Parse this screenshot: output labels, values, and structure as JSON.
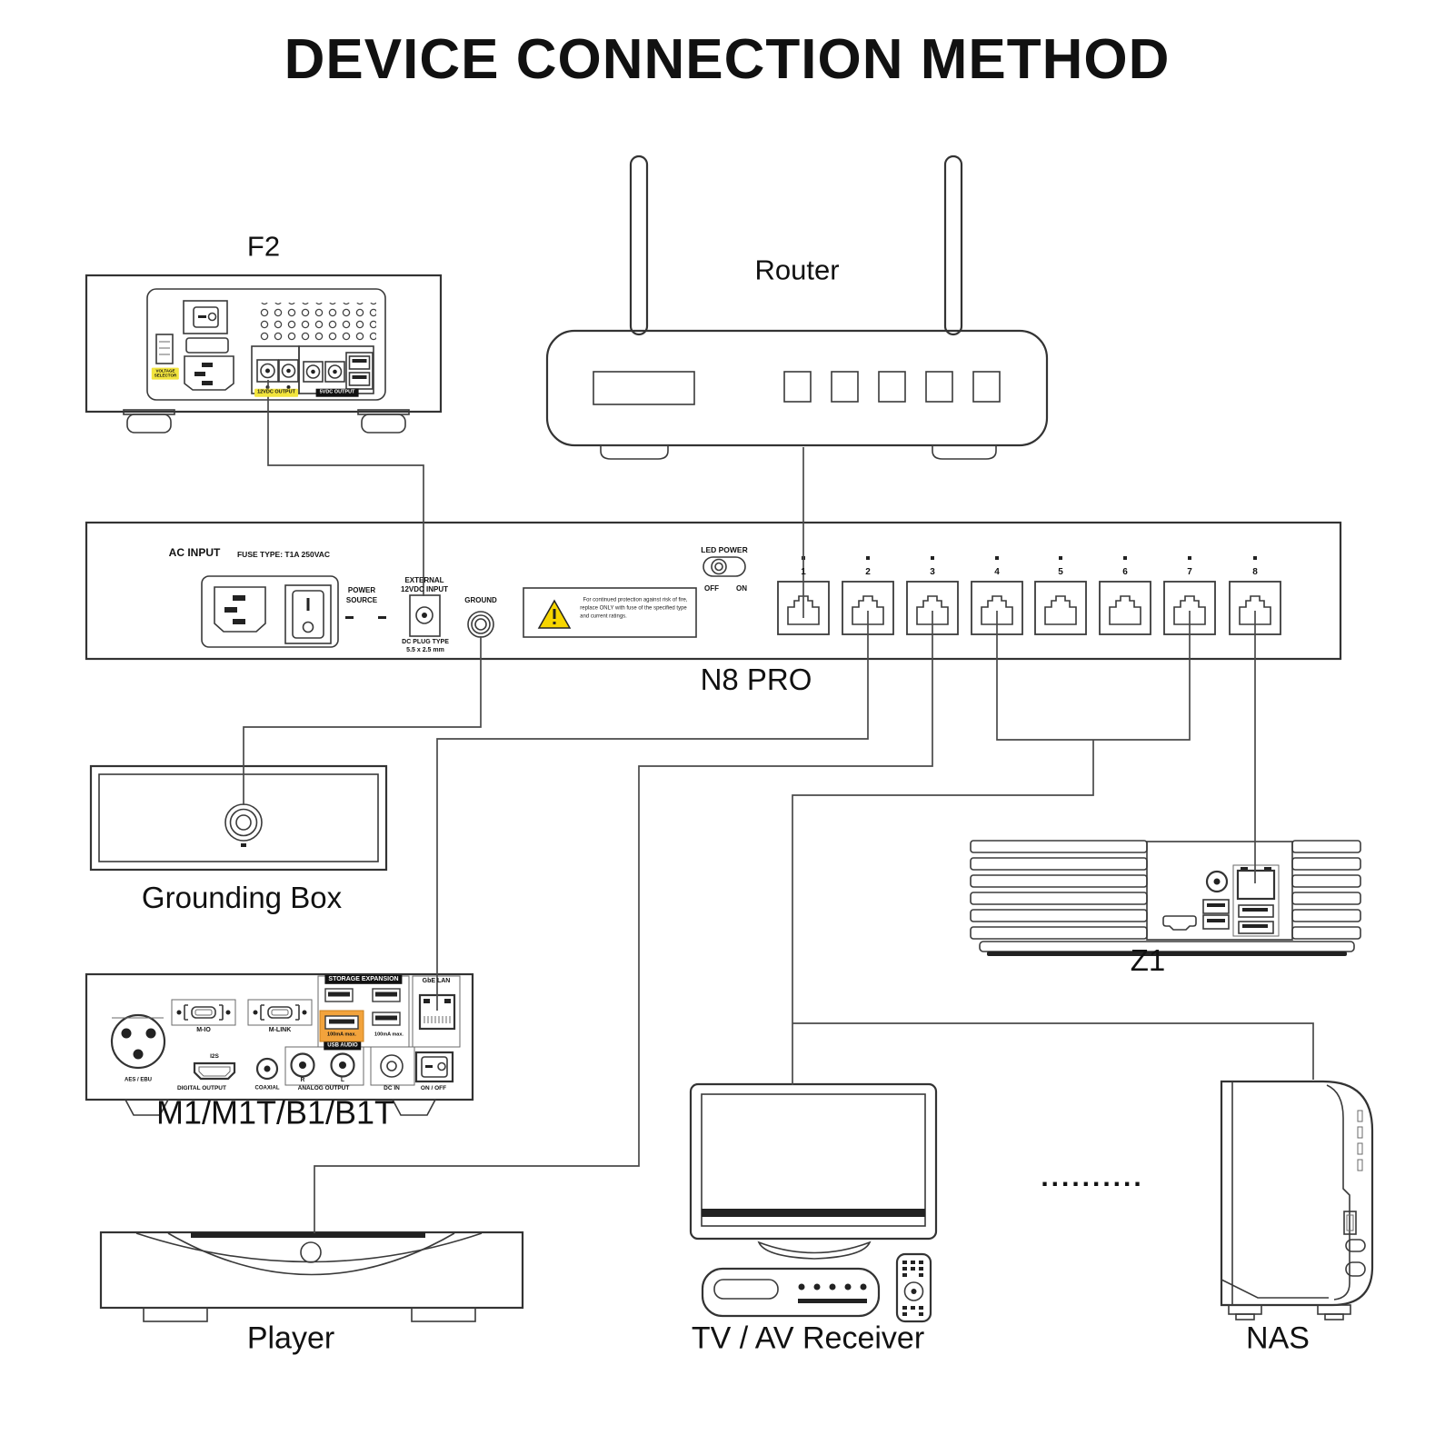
{
  "title": "DEVICE CONNECTION METHOD",
  "f2": {
    "label": "F2",
    "voltage_selector": "VOLTAGE\nSELECTOR",
    "out_12v": "12VDC OUTPUT",
    "out_5v": "5VDC OUTPUT"
  },
  "router": {
    "label": "Router"
  },
  "n8": {
    "label": "N8 PRO",
    "ac_input": "AC INPUT",
    "fuse_type": "FUSE TYPE: T1A 250VAC",
    "power_source_line1": "POWER",
    "power_source_line2": "SOURCE",
    "external_line1": "EXTERNAL",
    "external_line2": "12VDC INPUT",
    "ground": "GROUND",
    "dc_plug_line1": "DC PLUG TYPE",
    "dc_plug_line2": "5.5 x 2.5 mm",
    "warning_line1": "For continued protection against risk of fire,",
    "warning_line2": "replace ONLY with fuse of the specified type",
    "warning_line3": "and current ratings.",
    "led_power": "LED POWER",
    "off": "OFF",
    "on": "ON",
    "ports": [
      "1",
      "2",
      "3",
      "4",
      "5",
      "6",
      "7",
      "8"
    ]
  },
  "grounding_box": {
    "label": "Grounding Box"
  },
  "m1": {
    "label": "M1/M1T/B1/B1T",
    "m_io": "M-IO",
    "m_link": "M-LINK",
    "storage_expansion": "STORAGE EXPANSION",
    "gbe_lan": "GbE LAN",
    "usb_audio": "USB AUDIO",
    "ma_max_left": "100mA max.",
    "ma_max_right": "100mA max.",
    "aes_ebu": "AES / EBU",
    "i2s": "I2S",
    "digital_output": "DIGITAL OUTPUT",
    "coaxial": "COAXIAL",
    "r": "R",
    "l": "L",
    "analog_output": "ANALOG OUTPUT",
    "dc_in": "DC IN",
    "on_off": "ON / OFF"
  },
  "z1": {
    "label": "Z1"
  },
  "player": {
    "label": "Player"
  },
  "tv": {
    "label": "TV / AV Receiver"
  },
  "nas": {
    "label": "NAS"
  },
  "ellipsis": "..........",
  "colors": {
    "highlight_yellow": "#f2e43c",
    "highlight_orange": "#f2a33c",
    "warning_yellow": "#f6d500",
    "line": "#3a3a3a"
  }
}
